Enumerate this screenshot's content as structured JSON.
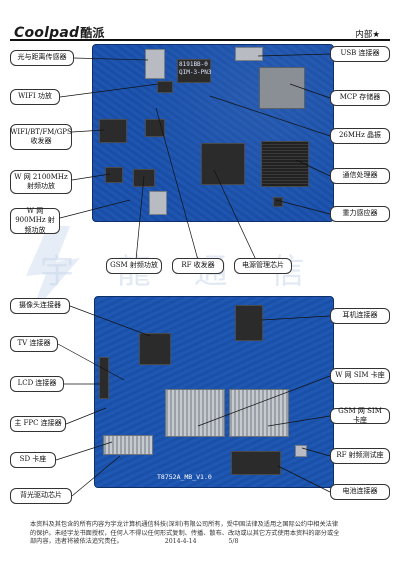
{
  "header": {
    "brand_latin": "Coolpad",
    "brand_cn": "酷派",
    "classification": "内部★"
  },
  "labels": {
    "light_sensor": "光与距离传感器",
    "wifi": "WIFI 功放",
    "transceiver": "WIFI/BT/FM/GPS 收发器",
    "w2100": "W 网 2100MHz 射频功放",
    "w900": "W 网 900MHz 射频功放",
    "gsm_pa": "GSM 射频功放",
    "rf_transceiver": "RF 收发器",
    "power_ic": "电源管理芯片",
    "usb": "USB 连接器",
    "mcp": "MCP 存储器",
    "clock": "26MHz 晶振",
    "comm": "通信处理器",
    "gravity": "重力感应器",
    "camera": "摄像头连接器",
    "tv": "TV 连接器",
    "lcd": "LCD 连接器",
    "main_fpc": "主 FPC 连接器",
    "sd": "SD 卡座",
    "charge": "背光驱动芯片",
    "headset": "耳机连接器",
    "w_sim": "W 网 SIM 卡座",
    "gsm_sim": "GSM 网 SIM 卡座",
    "rf_test": "RF 射频测试座",
    "battery": "电池连接器"
  },
  "board": {
    "silk_top_1": "8191BB-0",
    "silk_top_2": "QIM-3-PN3",
    "silk_bottom": "T8752A_MB_V1.0"
  },
  "watermark": "宇 龍 通 信",
  "footer": {
    "line1": "本资料及其包含的所有内容为宇龙计算机通信科技(深圳)有限公司所有，受中国法律及适用之国际公约中相关法律",
    "line2": "的保护。未经宇龙书面授权，任何人不得以任何形式复制、传播、散布、改动或以其它方式使用本资料的部分或全",
    "line3": "部内容，违者将被依法追究责任。",
    "date": "2014-4-14",
    "page": "5/8"
  },
  "colors": {
    "pcb": "#1d55b0",
    "label_border": "#333333",
    "leader": "#111111"
  }
}
